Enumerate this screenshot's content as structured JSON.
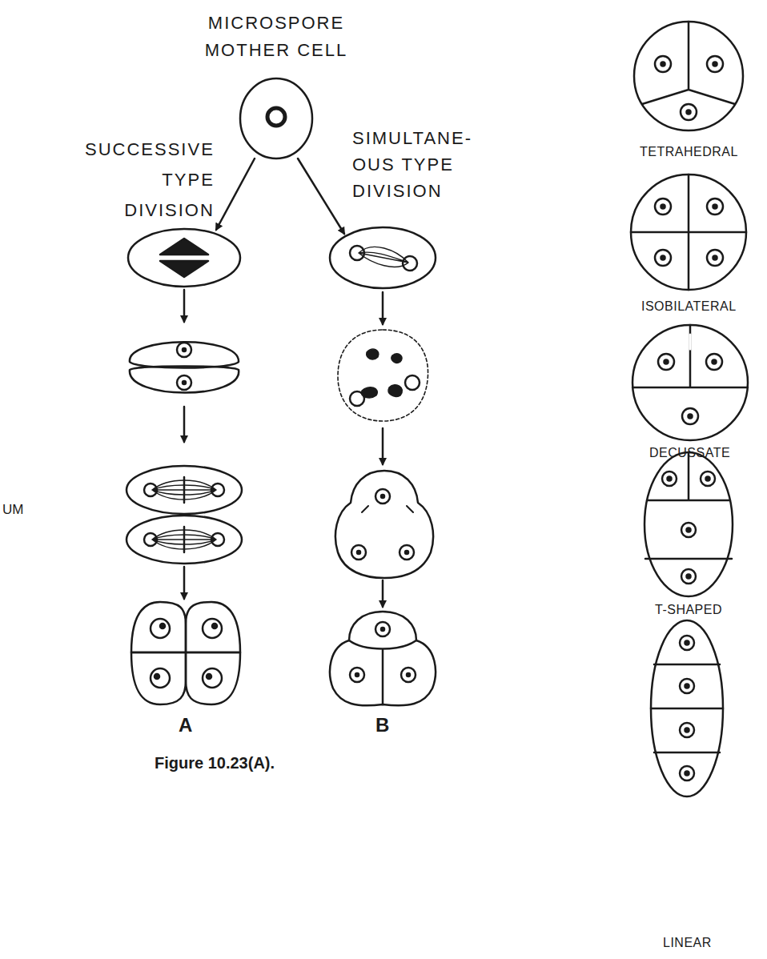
{
  "diagram": {
    "caption": "Figure 10.23(A).",
    "labels": [
      "MICROSPORE MOTHER CELL",
      "SUCCESSIVE TYPE DIVISION",
      "SIMULTANE- OUS TYPE DIVISION",
      "TETRAHEDRAL",
      "ISOBILATERAL",
      "DECUSSATE",
      "T-SHAPED",
      "LINEAR",
      "A",
      "B",
      "UM"
    ]
  }
}
